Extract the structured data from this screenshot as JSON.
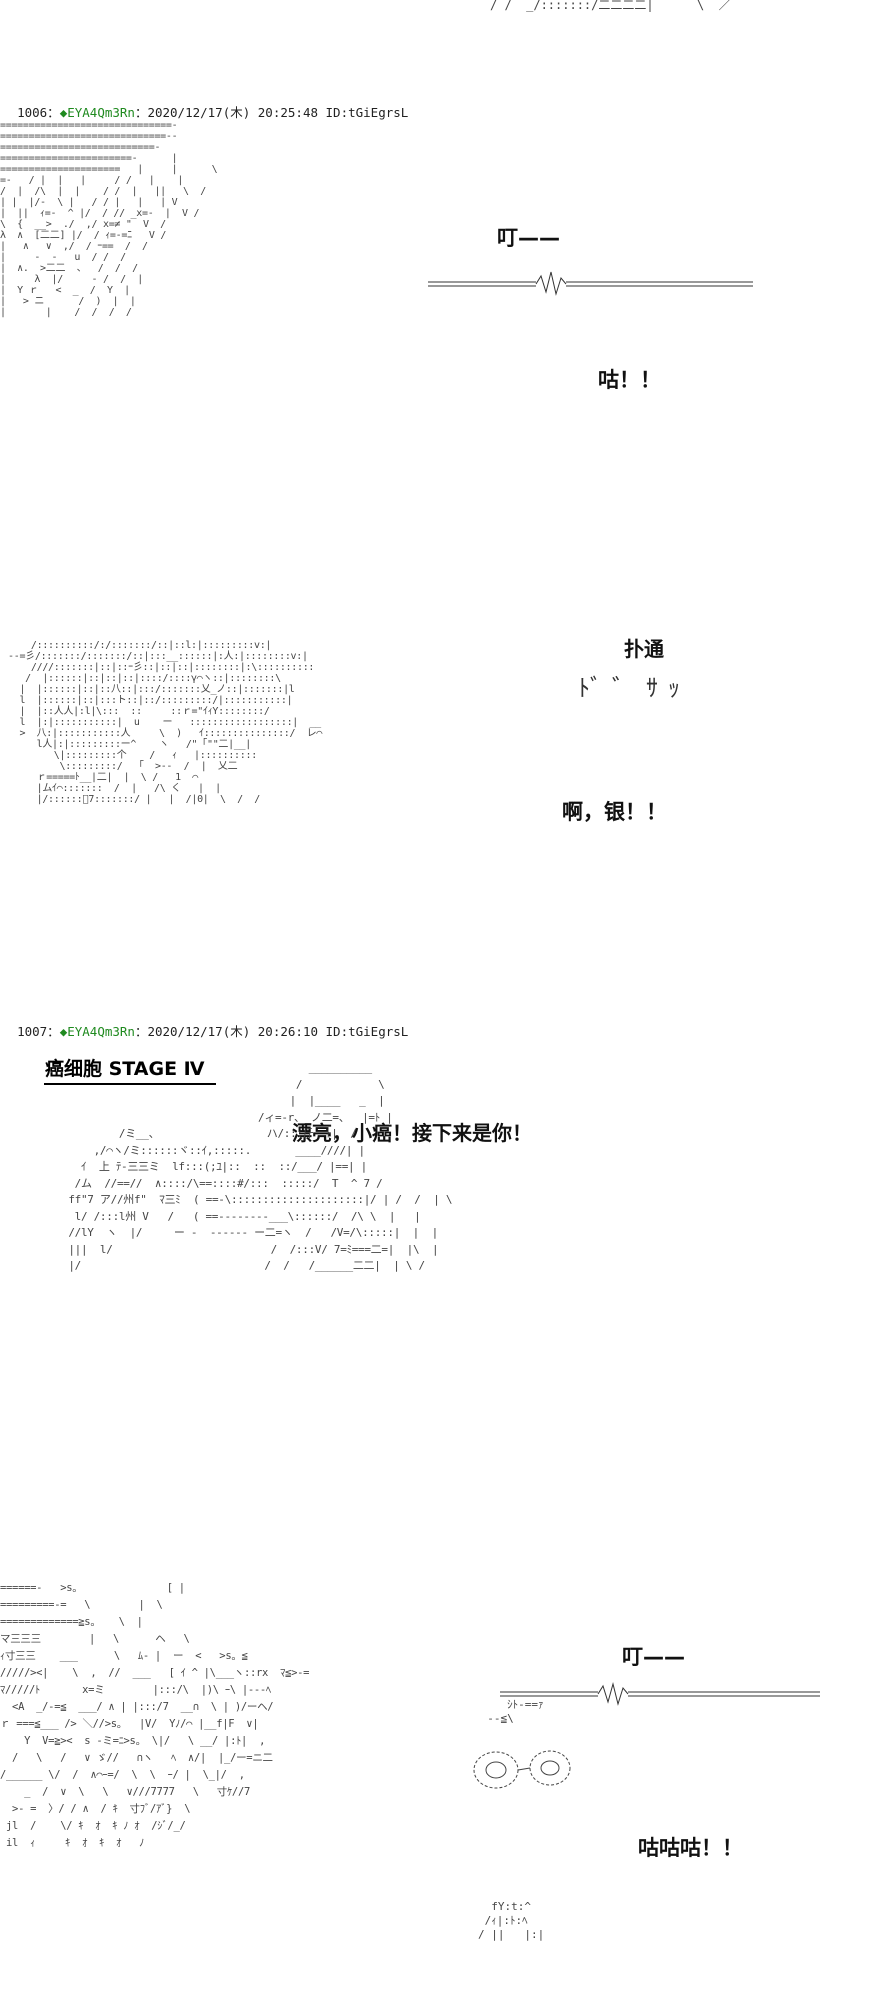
{
  "posts": [
    {
      "number": "1006",
      "separator": "：",
      "trip": "◆EYA4Qm3Rn",
      "datetime": "：2020/12/17(木) 20:25:48 ID:tGiEgrsL"
    },
    {
      "number": "1007",
      "separator": "：",
      "trip": "◆EYA4Qm3Rn",
      "datetime": "：2020/12/17(木) 20:26:10 ID:tGiEgrsL"
    }
  ],
  "dialogue": {
    "ding_1": "叮——",
    "gu_1": "咕！！",
    "putong": "扑通",
    "putong_sfx": "ﾄﾞ゛ｻｯ",
    "a_yin": "啊，银！！",
    "stage_label": "癌细胞 STAGE Ⅳ",
    "piaoliang": "漂亮，小癌！接下来是你！",
    "ding_2": "叮——",
    "gugugu": "咕咕咕！！"
  },
  "top_fragment": "/ /  _/:::::::/二二二二|      \\  ／",
  "art": {
    "face_closeup": [
      "==============================-",
      "=============================--",
      "===========================-",
      "=======================-      |",
      "=====================   |     |      \\",
      "=-   / |  |   |     / /   |    |",
      "/  |  /\\  |  |    / /  |   ||   \\  /",
      "| |  |/-  \\ |   / / |   |   | V",
      "|  ||  ｨ=-  ^ |/  / // _x=-  |  V /",
      "\\  {  __>  ./  ,/ x=≠ \"  V  /",
      "λ  ∧  [二二] |/  / ｨ=-=ﾆ   V /",
      "|   ∧   ∨  ,/  / ｰ==  /  /",
      "|     -  -   u  / /  /",
      "|  ∧.  >二二  、  /  /  /",
      "|     λ  |/     - /  /  |",
      "|  Y ｒ   <  _  /  Y  |",
      "|   > ニ      /  )  |  |",
      "|       |    /  /  /  /"
    ],
    "fallen": [
      "    /::::::::::/:/:::::::/::|::l:|:::::::::v:|",
      "--=彡/:::::::/:::::::/::|:::__::::::|:人:|::::::::v:|",
      "    ////:::::::|::|::ｰ彡::|::|::|::::::::|:\\::::::::::",
      "   /  |::::::|::|::|::|::::/::::γ⌒ヽ::|::::::::\\",
      "  |  |::::::|::|::八::|:::/:::::::乂_ノ::|:::::::|l",
      "  l  |::::::|::|:::ト::|::/:::::::::/|:::::::::::|",
      "  |  |::人人|:l|\\:::  ::     ::ｒ=\"ｲｨY::::::::/",
      "  l  |:|:::::::::::|  u    ー   ::::::::::::::::::|  __",
      "  >  八:|:::::::::::人     \\  )   ｲ:::::::::::::::/  レ⌒",
      "     l人|:|:::::::::ー^    ヽ   /\"「\"\"二|__|",
      "        \\|:::::::::个    /   ｨ   |::::::::::",
      "         \\:::::::::/  「  >--  /  |  乂二",
      "     ｒ=====ﾄ__|二|  |  \\ /   1  ⌒",
      "     |ムｲ⌒:::::::  /  |   /\\ く   |  |",
      "     |/::::::ﾞ7:::::::/ |   |  /|0|  \\  /  /"
    ],
    "cell_attack": [
      "                                       __________",
      "                                     /            \\",
      "                                    |  |____   _  |",
      "                               /ィ=-r、_ノ二=、  |=ﾄ |",
      "         /ミ__、                 ハ/:::斤  ﾄ|  /",
      "     ,/⌒ヽ/ミ::::::ヾ::ｲ,:::::.       ____////| |",
      "   ｲ  上 ﾃ-三三ミ  lf:::(;ﾕ|::  ::  ::/___/ |==| |",
      "  /ム  //==//  ∧::::/\\==::::#/:::  :::::/  T  ^ 7 /  ",
      " ff\"7 ア//州f\"  ﾏ三ﾐ  ( ==-\\:::::::::::::::::::::|/ | /  /  | \\",
      "  l/ /:::l州 V   /   ( ==--------___\\::::::/  /\\ \\  |   |",
      " //lY  ヽ  |/     ー -  ------ ー二=ヽ  /   /V=/\\:::::|  |  |",
      " |||  l/                         /  /:::V/ 7=ﾐ===二=|  |\\  |",
      " |/                             /  /   /______二二|  | \\ /"
    ],
    "dive": [
      "======-   >s。              [ |",
      "=========-=   \\        |  \\",
      "=============≧s。   \\  |",
      "マ三三三        |   \\      ヘ   \\ ",
      "ｨ寸三三    ___      \\   ﾑ- |  ー  <   >s。≦  ",
      "/////><|    \\  ,  //  ___   [ ｲ ^ |\\___ヽ::rx  ﾏ≦>-=",
      "ﾏ/////ﾄ       x=ミ        |:::/\\  |)\\ ｰ\\ |---ﾍ",
      "  <A  _/-=≦  ___/ ∧ | |:::/7  __∩  \\ | )/ーヘ/",
      "ｒ ===≦___ /> ＼//>s。  |V/  Yﾉ/⌒ |__f|F  ∨|",
      "    Y  V=≧><  s -ミ=ﾆ>s。 \\|/   \\ __/ |:ﾄ|  ,",
      "  /   \\   /   ∨ ゞ//   ∩ヽ   ﾍ  ∧/|  |_/ー=ニ二",
      "/______ \\/  /  ∧⌒ｰ=/  \\  \\  ｰ/ |  \\_|/  ,",
      "    _  /  ∨  \\   \\   ∨///7777   \\   寸ｹ//7  ",
      "  >- =  〉/ / ∧  / ｷ  寸ﾌﾞ/ｱﾞ}  \\",
      " jl  /    \\/ ｷ  ｵ  ｷ ﾉ ｵ  /ｼﾞ/_/",
      " il  ｨ     ｷ  ｵ  ｷ  ｵ   ﾉ"
    ]
  }
}
